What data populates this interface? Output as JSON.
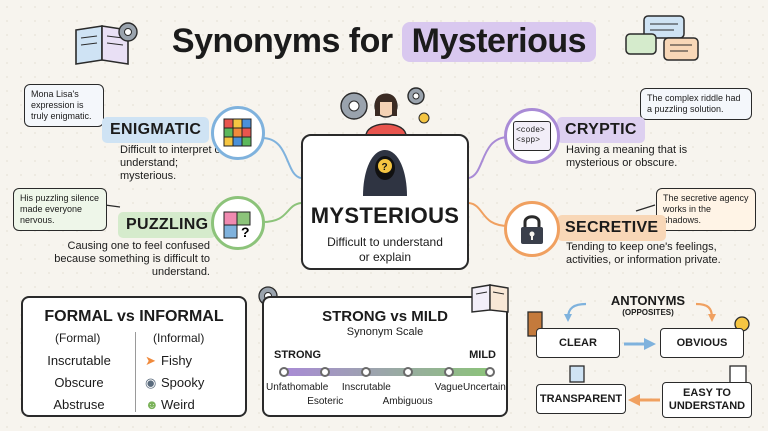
{
  "title": {
    "prefix": "Synonyms for",
    "highlight": "Mysterious"
  },
  "center": {
    "word": "MYSTERIOUS",
    "definition": "Difficult to understand or explain"
  },
  "synonyms": {
    "enigmatic": {
      "label": "ENIGMATIC",
      "definition": "Difficult to interpret or understand; mysterious.",
      "example": "Mona Lisa's expression is truly enigmatic."
    },
    "puzzling": {
      "label": "PUZZLING",
      "definition": "Causing one to feel confused because something is difficult to understand.",
      "example": "His puzzling silence made everyone nervous."
    },
    "cryptic": {
      "label": "CRYPTIC",
      "definition": "Having a meaning that is mysterious or obscure.",
      "example": "The complex riddle had a puzzling solution.",
      "code": [
        "<code>",
        "<spp>"
      ]
    },
    "secretive": {
      "label": "SECRETIVE",
      "definition": "Tending to keep one's feelings, activities, or information private.",
      "example": "The secretive agency works in the shadows."
    }
  },
  "formal_informal": {
    "title": "FORMAL vs INFORMAL",
    "formal_header": "(Formal)",
    "informal_header": "(Informal)",
    "formal": [
      "Inscrutable",
      "Obscure",
      "Abstruse"
    ],
    "informal": [
      {
        "label": "Fishy",
        "icon": "fish-icon"
      },
      {
        "label": "Spooky",
        "icon": "ghost-icon"
      },
      {
        "label": "Weird",
        "icon": "weird-face-icon"
      }
    ]
  },
  "scale": {
    "title": "STRONG vs MILD",
    "subtitle": "Synonym Scale",
    "strong_label": "STRONG",
    "mild_label": "MILD",
    "points": [
      {
        "top": "Unfathomable",
        "bottom": ""
      },
      {
        "top": "",
        "bottom": "Esoteric"
      },
      {
        "top": "Inscrutable",
        "bottom": ""
      },
      {
        "top": "",
        "bottom": "Ambiguous"
      },
      {
        "top": "Vague",
        "bottom": ""
      },
      {
        "top": "Uncertain",
        "bottom": ""
      }
    ]
  },
  "antonyms": {
    "title": "ANTONYMS",
    "subtitle": "(OPPOSITES)",
    "items": [
      "CLEAR",
      "OBVIOUS",
      "EASY TO UNDERSTAND",
      "TRANSPARENT"
    ]
  },
  "colors": {
    "blue": "#7fb2dd",
    "green": "#8cc37a",
    "purple": "#a98bd6",
    "orange": "#f0a060",
    "highlight": "#d9c8ef"
  }
}
